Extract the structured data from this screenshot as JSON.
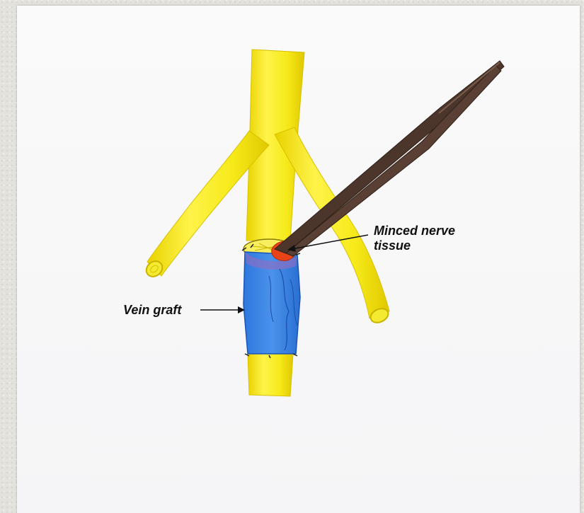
{
  "labels": {
    "vein_graft": "Vein graft",
    "minced_line1": "Minced nerve",
    "minced_line2": "tissue"
  },
  "colors": {
    "nerve": "#f6ec1c",
    "nerve_edge": "#e2c800",
    "vein": "#3a86e6",
    "vein_dark": "#1f5fc4",
    "minced": "#e8481a",
    "forceps": "#4a3429",
    "background_paper": "#f8f8f9"
  }
}
